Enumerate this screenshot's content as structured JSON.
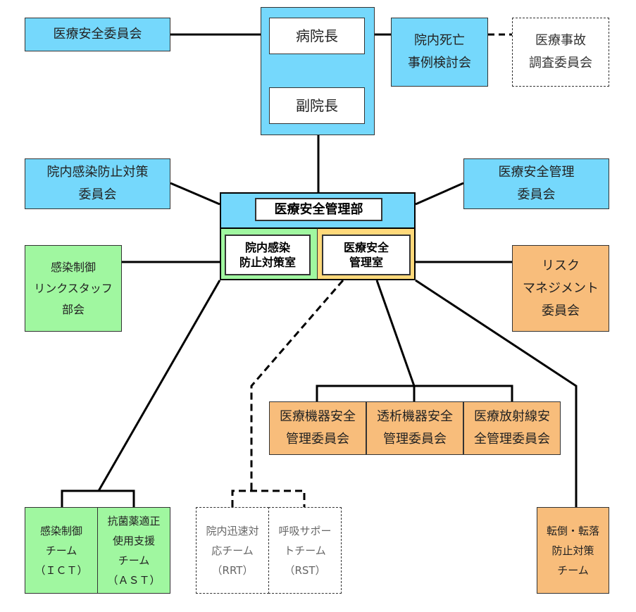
{
  "title": "医療安全管理体制 組織図",
  "nodes": {
    "safety_committee": "医療安全委員会",
    "director": "病院長",
    "vice_director": "副院長",
    "death_review": "院内死亡\n事例検討会",
    "accident_investigation": "医療事故\n調査委員会",
    "infection_committee": "院内感染防止対策\n委員会",
    "safety_mgmt_committee": "医療安全管理\n委員会",
    "safety_mgmt_dept": "医療安全管理部",
    "infection_office": "院内感染\n防止対策室",
    "safety_office": "医療安全\n管理室",
    "link_staff": "感染制御\nリンクスタッフ\n部会",
    "risk_mgmt": "リスク\nマネジメント\n委員会",
    "device_safety": "医療機器安全\n管理委員会",
    "dialysis_safety": "透析機器安全\n管理委員会",
    "radiation_safety": "医療放射線安\n全管理委員会",
    "ict": "感染制御\nチーム\n（ＩＣＴ）",
    "ast": "抗菌薬適正\n使用支援\nチーム\n（ＡＳＴ）",
    "rrt": "院内迅速対\n応チーム\n（RRT）",
    "rst": "呼吸サポー\nトチーム\n（RST）",
    "fall_prevention": "転倒・転落\n防止対策\nチーム"
  },
  "colors": {
    "blue": "#75d8fc",
    "green": "#a0f7a0",
    "orange": "#f8bd7b",
    "yellow": "#ffd97a"
  }
}
